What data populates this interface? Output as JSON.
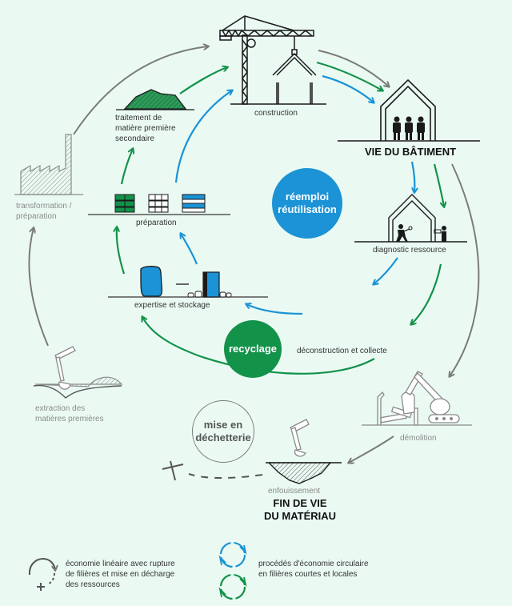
{
  "colors": {
    "background": "#eafaf3",
    "blue": "#1b93d6",
    "green": "#13924a",
    "grey": "#7b7b7b",
    "dark": "#1a1a1a"
  },
  "stages": {
    "construction": "construction",
    "vie_du_batiment": "VIE DU BÂTIMENT",
    "diagnostic": "diagnostic ressource",
    "deconstruction": "déconstruction et collecte",
    "demolition": "démolition",
    "enfouissement": "enfouissement",
    "fin_de_vie_line1": "FIN DE VIE",
    "fin_de_vie_line2": "DU MATÉRIAU",
    "expertise": "expertise et stockage",
    "preparation": "préparation",
    "traitement_line1": "traitement de",
    "traitement_line2": "matière première",
    "traitement_line3": "secondaire",
    "transformation_line1": "transformation /",
    "transformation_line2": "préparation",
    "extraction_line1": "extraction des",
    "extraction_line2": "matières premières"
  },
  "badges": {
    "reemploi_line1": "réemploi",
    "reemploi_line2": "réutilisation",
    "recyclage": "recyclage",
    "dechetterie_line1": "mise en",
    "dechetterie_line2": "déchetterie"
  },
  "legend": {
    "linear_line1": "économie linéaire avec rupture",
    "linear_line2": "de filières et mise en décharge",
    "linear_line3": "des ressources",
    "circular_line1": "procédés d'économie circulaire",
    "circular_line2": "en filières courtes et locales"
  }
}
